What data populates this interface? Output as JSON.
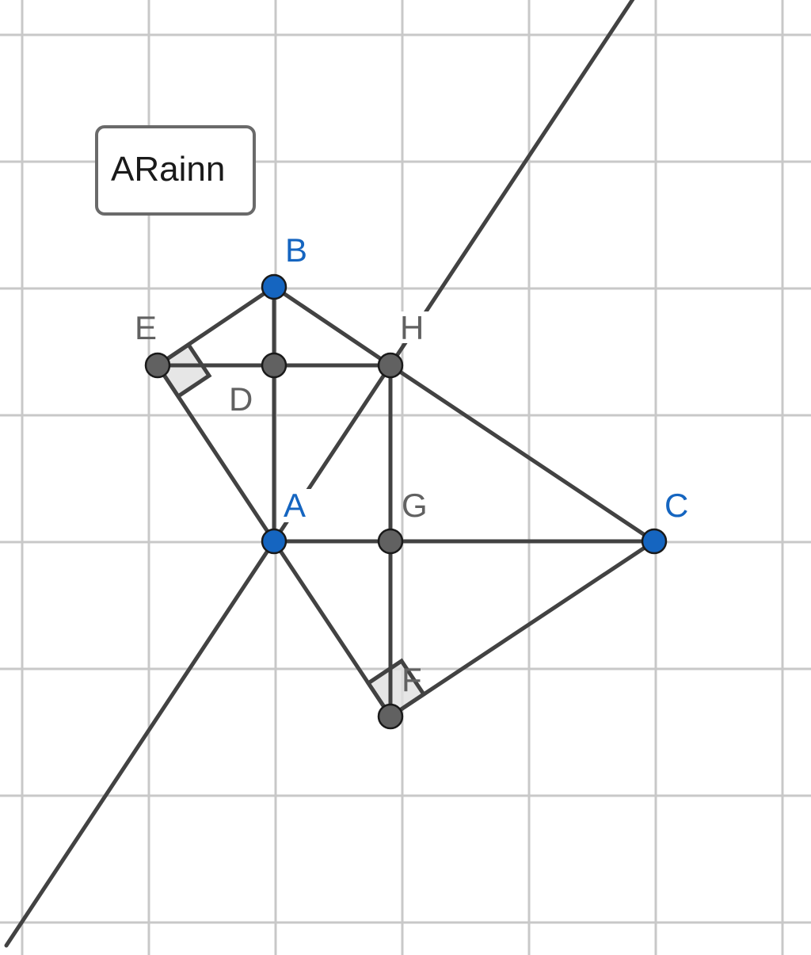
{
  "text_box": {
    "label": "ARainn"
  },
  "points": {
    "A": "A",
    "B": "B",
    "C": "C",
    "D": "D",
    "E": "E",
    "F": "F",
    "G": "G",
    "H": "H"
  },
  "colors": {
    "free_point": "#1565c0",
    "dependent_point": "#616161",
    "segment": "#424242",
    "grid": "#c8c8c8"
  }
}
